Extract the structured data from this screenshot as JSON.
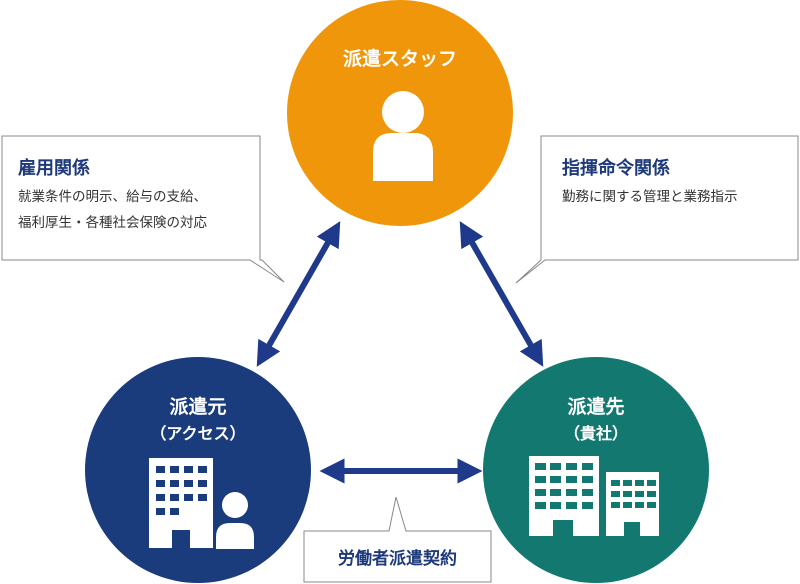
{
  "colors": {
    "staff": "#F0960A",
    "source": "#1A3C7C",
    "dest": "#13786F",
    "arrow": "#1F3A8A",
    "box_border": "#888888"
  },
  "nodes": {
    "staff": {
      "title": "派遣スタッフ",
      "icon": "person-icon"
    },
    "source": {
      "title": "派遣元",
      "subtitle": "（アクセス）",
      "icon": "office-person-icon"
    },
    "dest": {
      "title": "派遣先",
      "subtitle": "（貴社）",
      "icon": "buildings-icon"
    }
  },
  "callouts": {
    "employment": {
      "title": "雇用関係",
      "lines": [
        "就業条件の明示、給与の支給、",
        "福利厚生・各種社会保険の対応"
      ]
    },
    "command": {
      "title": "指揮命令関係",
      "lines": [
        "勤務に関する管理と業務指示"
      ]
    },
    "contract": {
      "title": "労働者派遣契約"
    }
  }
}
